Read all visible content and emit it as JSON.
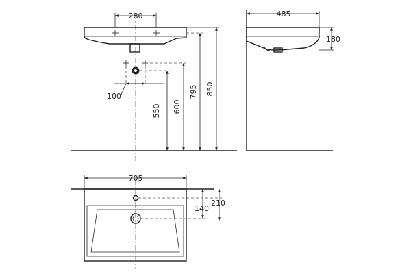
{
  "dimensions": {
    "tap_spacing": "280",
    "wall_pipe_offset": "100",
    "drain_height": "550",
    "supply_height": "600",
    "rim_height": "795",
    "top_height": "850",
    "depth": "485",
    "basin_height": "180",
    "width": "705",
    "tap_hole_offset": "210",
    "drain_offset": "140"
  }
}
